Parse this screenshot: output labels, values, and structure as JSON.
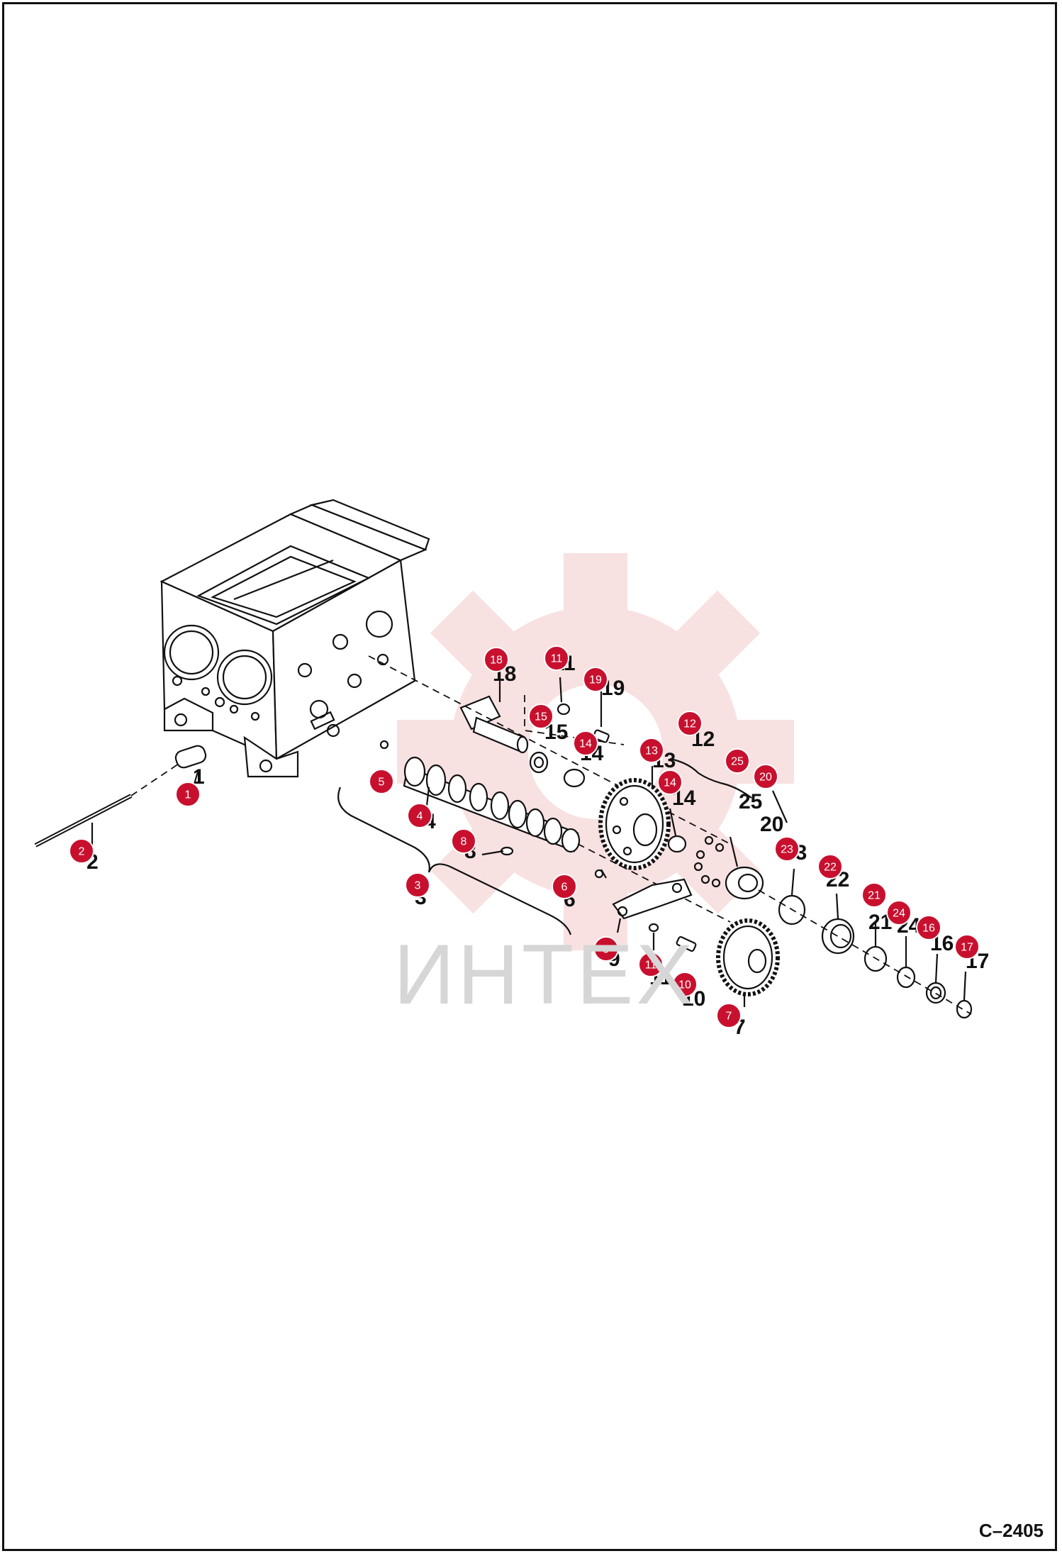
{
  "watermark": {
    "text": "ИНТЕХ",
    "color": "#d6d6d6",
    "gear_color": "#f4c9c9"
  },
  "figure_code": "C–2405",
  "badge_color": "#c8102e",
  "callouts": [
    {
      "id": "1",
      "badge": "1",
      "number": "1"
    },
    {
      "id": "2",
      "badge": "2",
      "number": "2"
    },
    {
      "id": "3",
      "badge": "3",
      "number": "3"
    },
    {
      "id": "4",
      "badge": "4",
      "number": "4"
    },
    {
      "id": "5",
      "badge": "5",
      "number": "5"
    },
    {
      "id": "6",
      "badge": "6",
      "number": "6"
    },
    {
      "id": "7",
      "badge": "7",
      "number": "7"
    },
    {
      "id": "8",
      "badge": "8",
      "number": "8"
    },
    {
      "id": "9",
      "badge": "9",
      "number": "9"
    },
    {
      "id": "10",
      "badge": "10",
      "number": "10"
    },
    {
      "id": "11a",
      "badge": "11",
      "number": "11"
    },
    {
      "id": "11b",
      "badge": "11",
      "number": "11"
    },
    {
      "id": "12",
      "badge": "12",
      "number": "12"
    },
    {
      "id": "13",
      "badge": "13",
      "number": "13"
    },
    {
      "id": "14a",
      "badge": "14",
      "number": "14"
    },
    {
      "id": "14b",
      "badge": "14",
      "number": "14"
    },
    {
      "id": "15",
      "badge": "15",
      "number": "15"
    },
    {
      "id": "16",
      "badge": "16",
      "number": "16"
    },
    {
      "id": "17",
      "badge": "17",
      "number": "17"
    },
    {
      "id": "18",
      "badge": "18",
      "number": "18"
    },
    {
      "id": "19",
      "badge": "19",
      "number": "19"
    },
    {
      "id": "20",
      "badge": "20",
      "number": "20"
    },
    {
      "id": "21",
      "badge": "21",
      "number": "21"
    },
    {
      "id": "22",
      "badge": "22",
      "number": "22"
    },
    {
      "id": "23",
      "badge": "23",
      "number": "23"
    },
    {
      "id": "24",
      "badge": "24",
      "number": "24"
    },
    {
      "id": "25",
      "badge": "25",
      "number": "25"
    }
  ]
}
